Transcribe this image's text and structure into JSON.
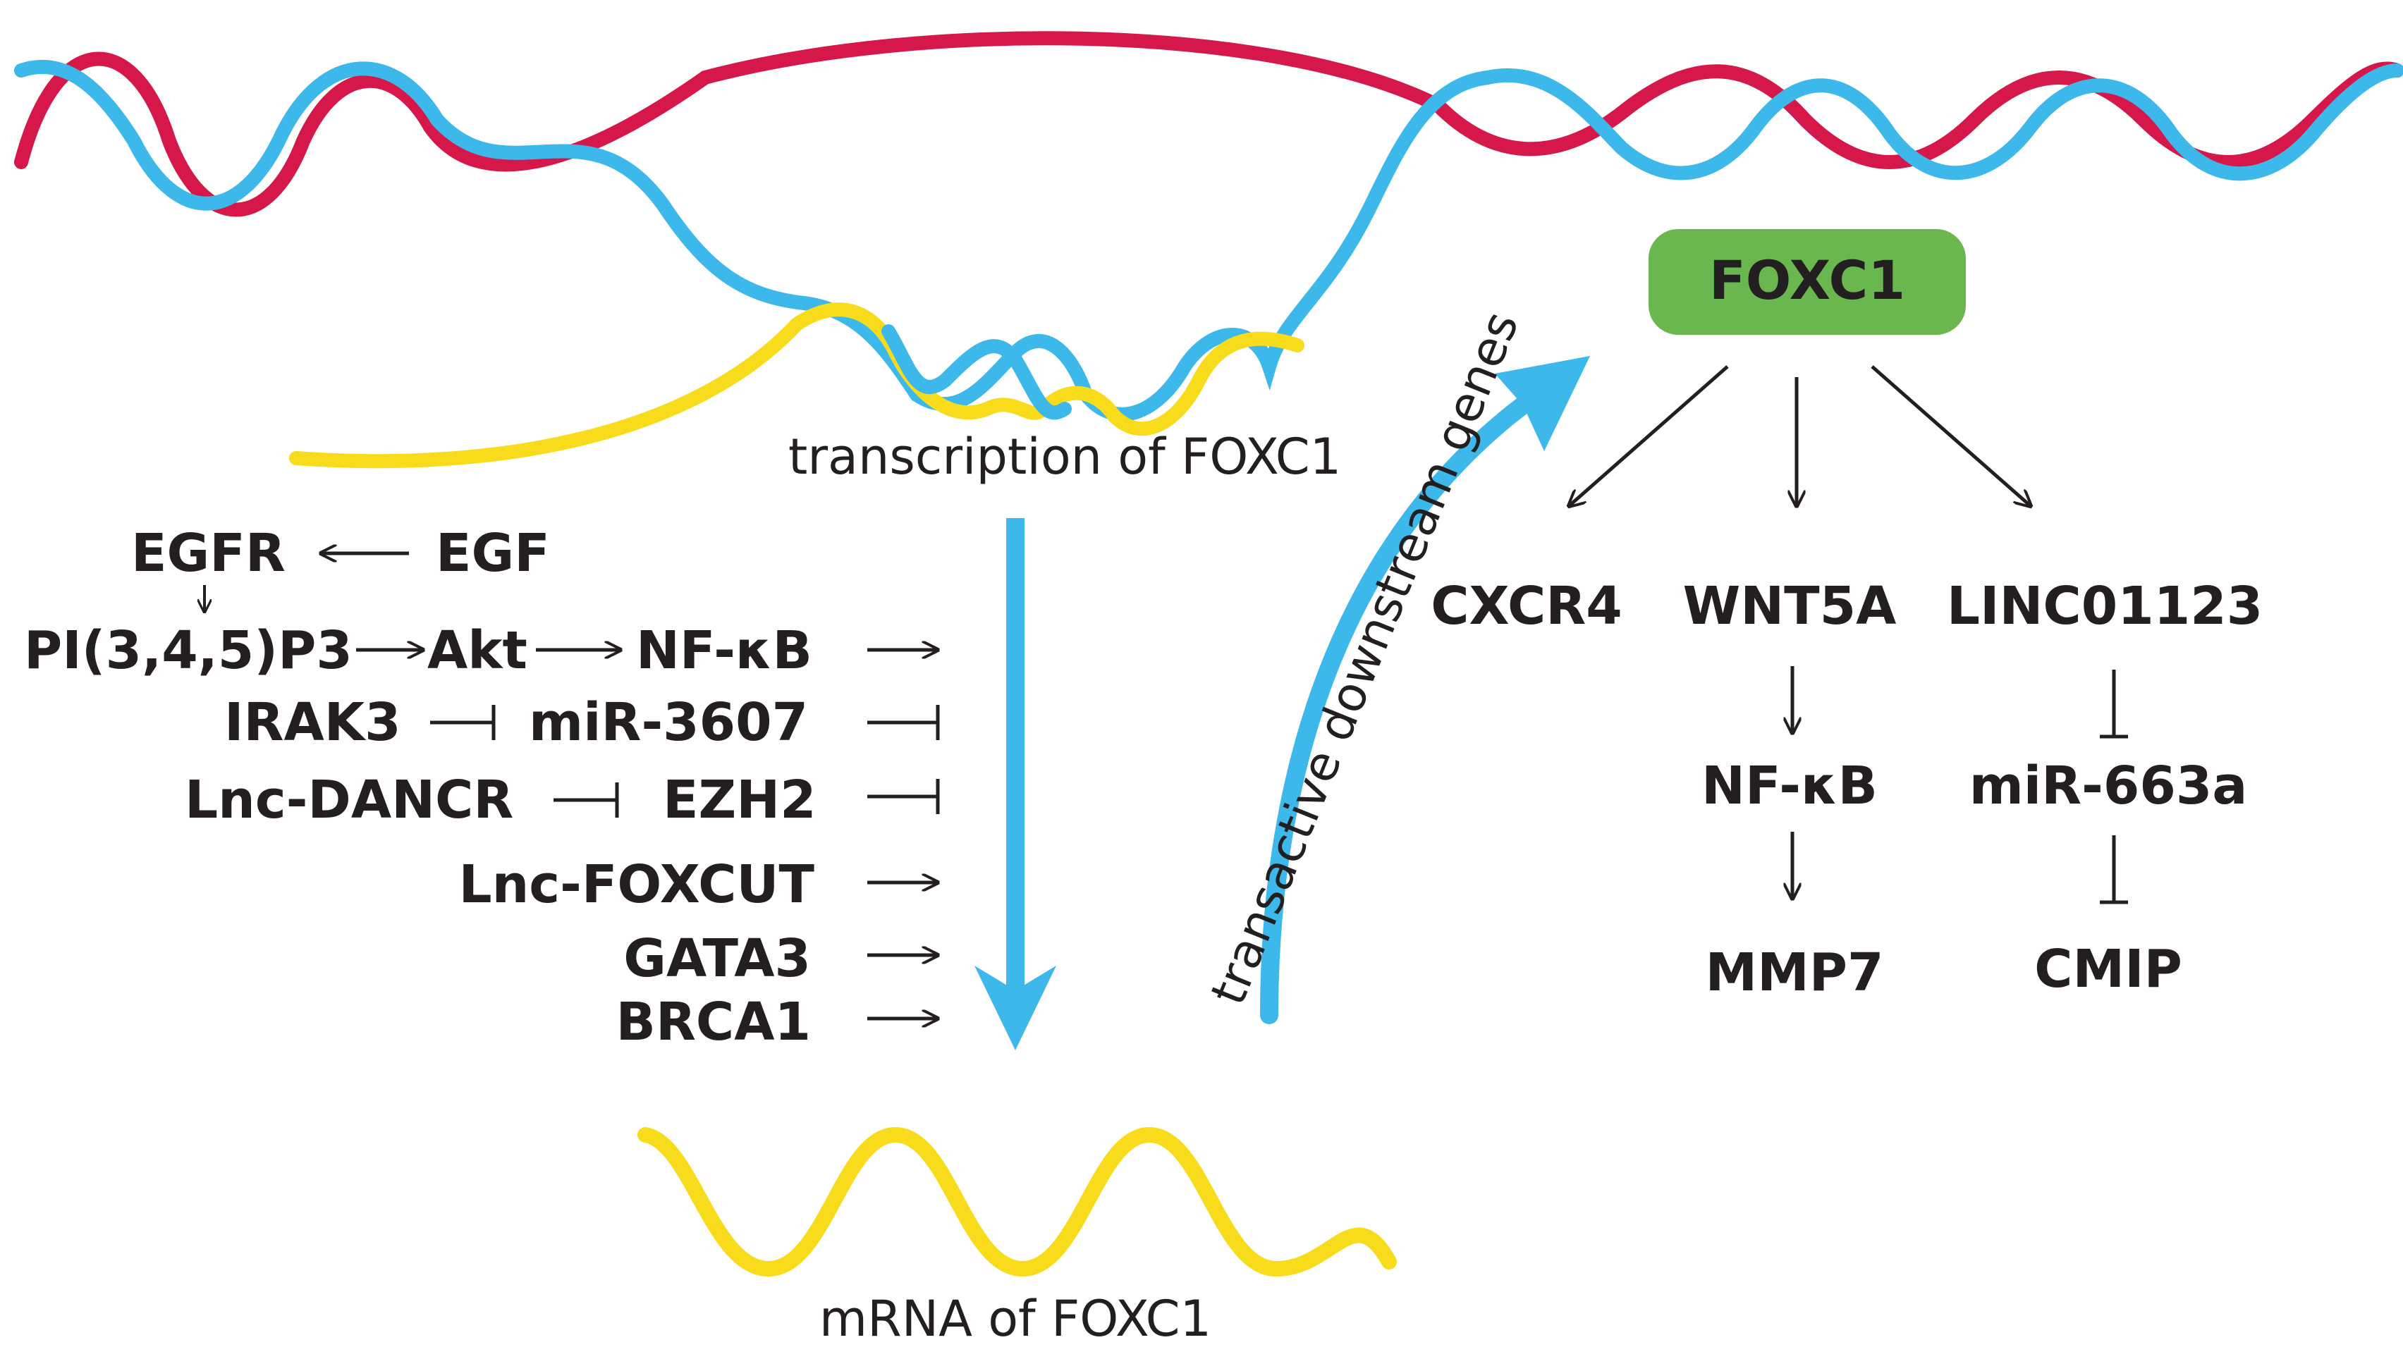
{
  "labels": {
    "transcription": "transcription of FOXC1",
    "mrna": "mRNA of FOXC1",
    "transactive": "transactive downstream genes",
    "foxc1": "FOXC1"
  },
  "regulators": {
    "egfr": "EGFR",
    "egf": "EGF",
    "pi3": "PI(3,4,5)P3",
    "akt": "Akt",
    "nfkb": "NF-κB",
    "irak3": "IRAK3",
    "mir3607": "miR-3607",
    "lncdancr": "Lnc-DANCR",
    "ezh2": "EZH2",
    "lncfoxcut": "Lnc-FOXCUT",
    "gata3": "GATA3",
    "brca1": "BRCA1"
  },
  "targets": {
    "cxcr4": "CXCR4",
    "wnt5a": "WNT5A",
    "linc01123": "LINC01123",
    "nfkb2": "NF-κB",
    "mir663a": "miR-663a",
    "mmp7": "MMP7",
    "cmip": "CMIP"
  },
  "colors": {
    "strand_red": "#d6174a",
    "strand_blue": "#3cb8ea",
    "mrna_yellow": "#f8dc1c",
    "foxc1_green": "#6bb74f",
    "text": "#231f20"
  }
}
